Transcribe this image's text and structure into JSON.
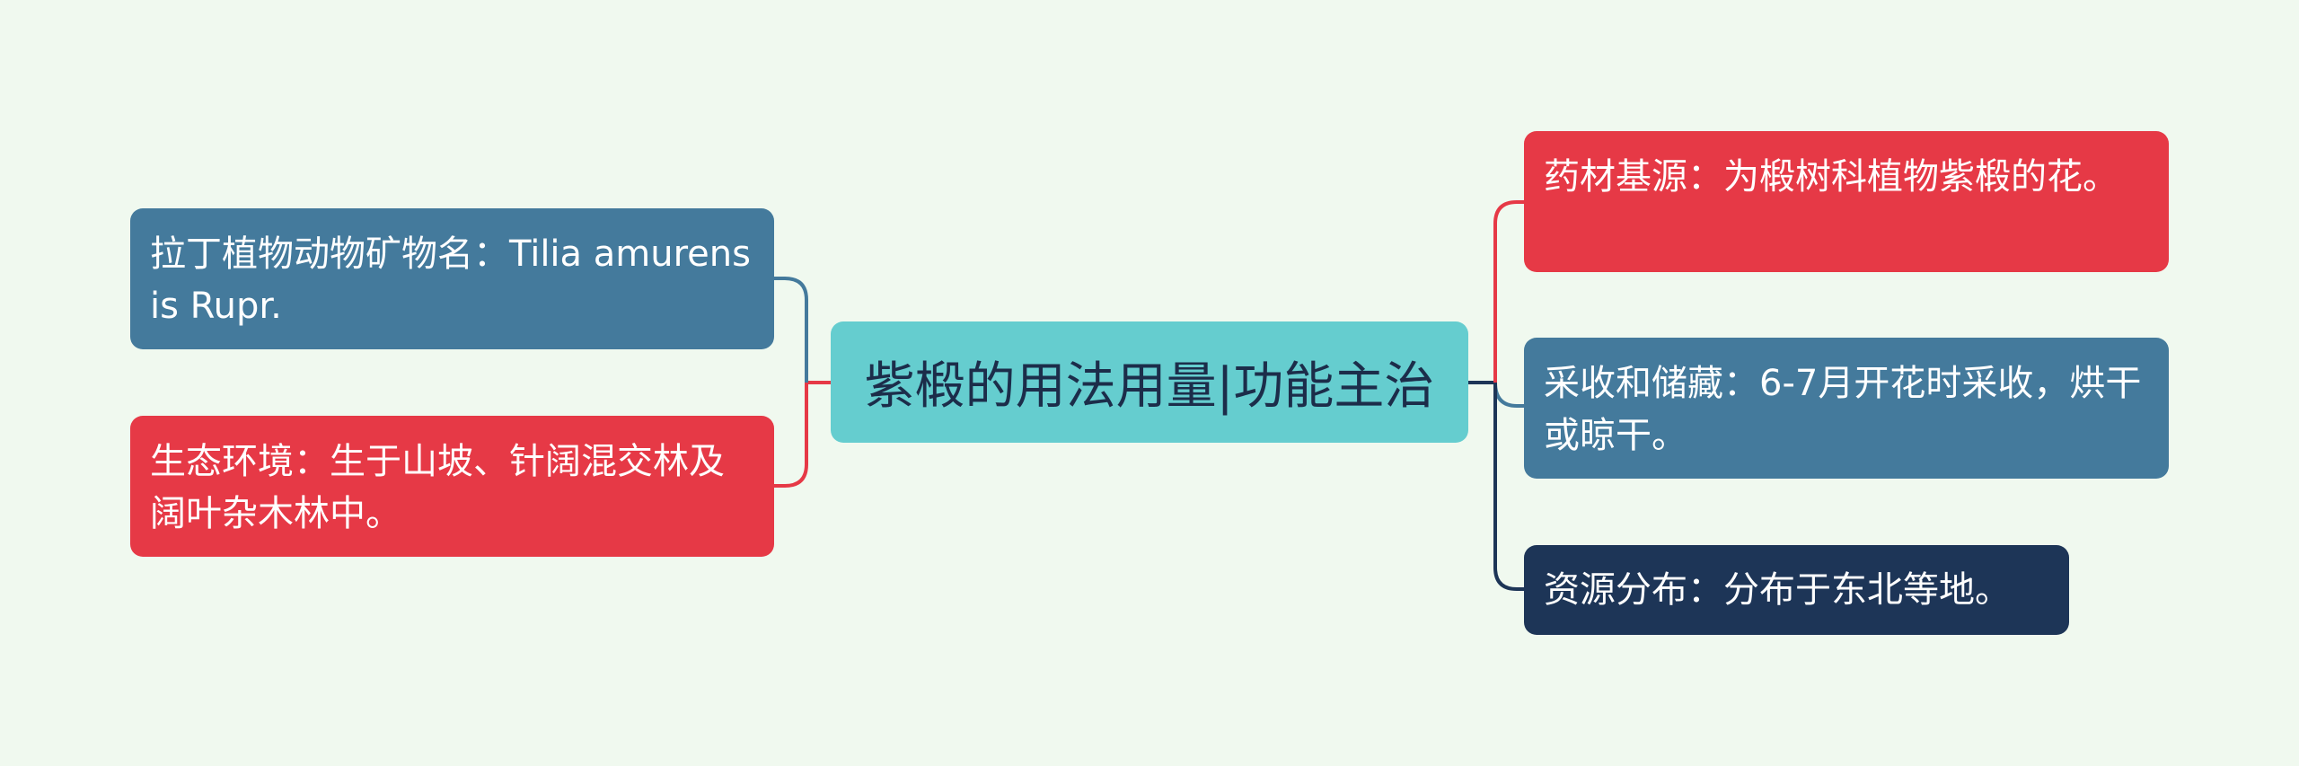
{
  "colors": {
    "background": "#f0f9ef",
    "central": "#65cdcf",
    "central_text": "#1c2d4a",
    "blue": "#447a9c",
    "red": "#e63946",
    "navy": "#1d3557"
  },
  "central": {
    "title": "紫椴的用法用量|功能主治"
  },
  "left_nodes": [
    {
      "text": "拉丁植物动物矿物名：Tilia amurensis Rupr.",
      "color": "blue"
    },
    {
      "text": "生态环境：生于山坡、针阔混交林及阔叶杂木林中。",
      "color": "red"
    }
  ],
  "right_nodes": [
    {
      "text": "药材基源：为椴树科植物紫椴的花。",
      "color": "red"
    },
    {
      "text": "采收和储藏：6-7月开花时采收，烘干或晾干。",
      "color": "blue"
    },
    {
      "text": "资源分布：分布于东北等地。",
      "color": "navy"
    }
  ]
}
